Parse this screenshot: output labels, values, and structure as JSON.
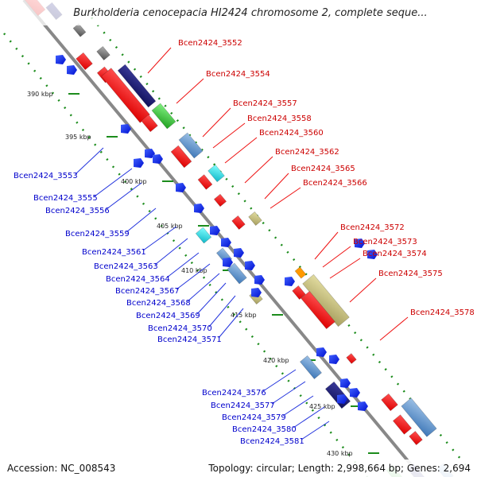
{
  "title": "Burkholderia cenocepacia HI2424 chromosome 2, complete seque...",
  "footer": {
    "accession": "Accession: NC_008543",
    "info": "Topology: circular; Length: 2,998,664 bp; Genes: 2,694"
  },
  "colors": {
    "forward_label": "#cc0000",
    "reverse_label": "#0000cc",
    "backbone": "#888888",
    "ticks": "#1c8c1c"
  },
  "ticks": [
    "390 kbp",
    "395 kbp",
    "400 kbp",
    "405 kbp",
    "410 kbp",
    "415 kbp",
    "420 kbp",
    "425 kbp",
    "430 kbp"
  ],
  "forward_genes": [
    "Bcen2424_3552",
    "Bcen2424_3554",
    "Bcen2424_3557",
    "Bcen2424_3558",
    "Bcen2424_3560",
    "Bcen2424_3562",
    "Bcen2424_3565",
    "Bcen2424_3566",
    "Bcen2424_3572",
    "Bcen2424_3573",
    "Bcen2424_3574",
    "Bcen2424_3575",
    "Bcen2424_3578"
  ],
  "reverse_genes": [
    "Bcen2424_3553",
    "Bcen2424_3555",
    "Bcen2424_3556",
    "Bcen2424_3559",
    "Bcen2424_3561",
    "Bcen2424_3563",
    "Bcen2424_3564",
    "Bcen2424_3567",
    "Bcen2424_3568",
    "Bcen2424_3569",
    "Bcen2424_3570",
    "Bcen2424_3571",
    "Bcen2424_3576",
    "Bcen2424_3577",
    "Bcen2424_3579",
    "Bcen2424_3580",
    "Bcen2424_3581"
  ]
}
